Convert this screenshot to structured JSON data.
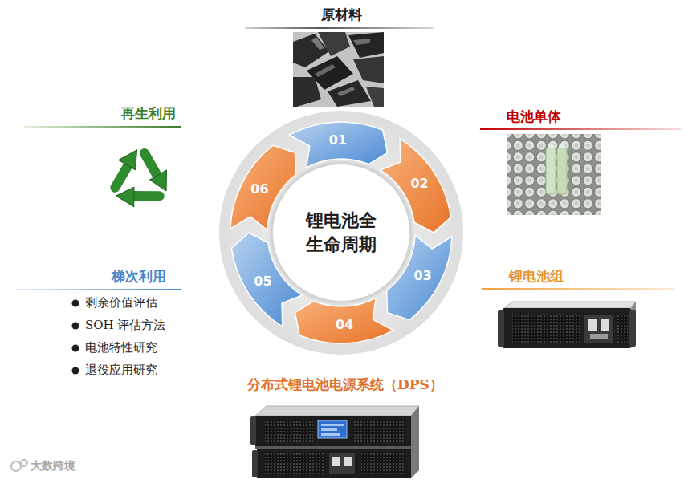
{
  "diagram": {
    "nodes": [
      {
        "text": [
          "01"
        ]
      },
      {
        "text": [
          "02"
        ]
      },
      {
        "text": [
          "03"
        ]
      },
      {
        "text": [
          "04"
        ]
      },
      {
        "text": [
          "05"
        ]
      },
      {
        "text": [
          "06"
        ]
      },
      {
        "text": [
          "锂电池全 生命周期"
        ]
      }
    ],
    "labels": [
      "原材料",
      "电池单体",
      "锂电池组",
      "分布式锂电池电源系统（DPS）",
      "梯次利用",
      "剩余价值评估",
      "SOH 评估方法",
      "电池特性研究",
      "退役应用研究",
      "再生利用",
      "大数跨境"
    ]
  }
}
